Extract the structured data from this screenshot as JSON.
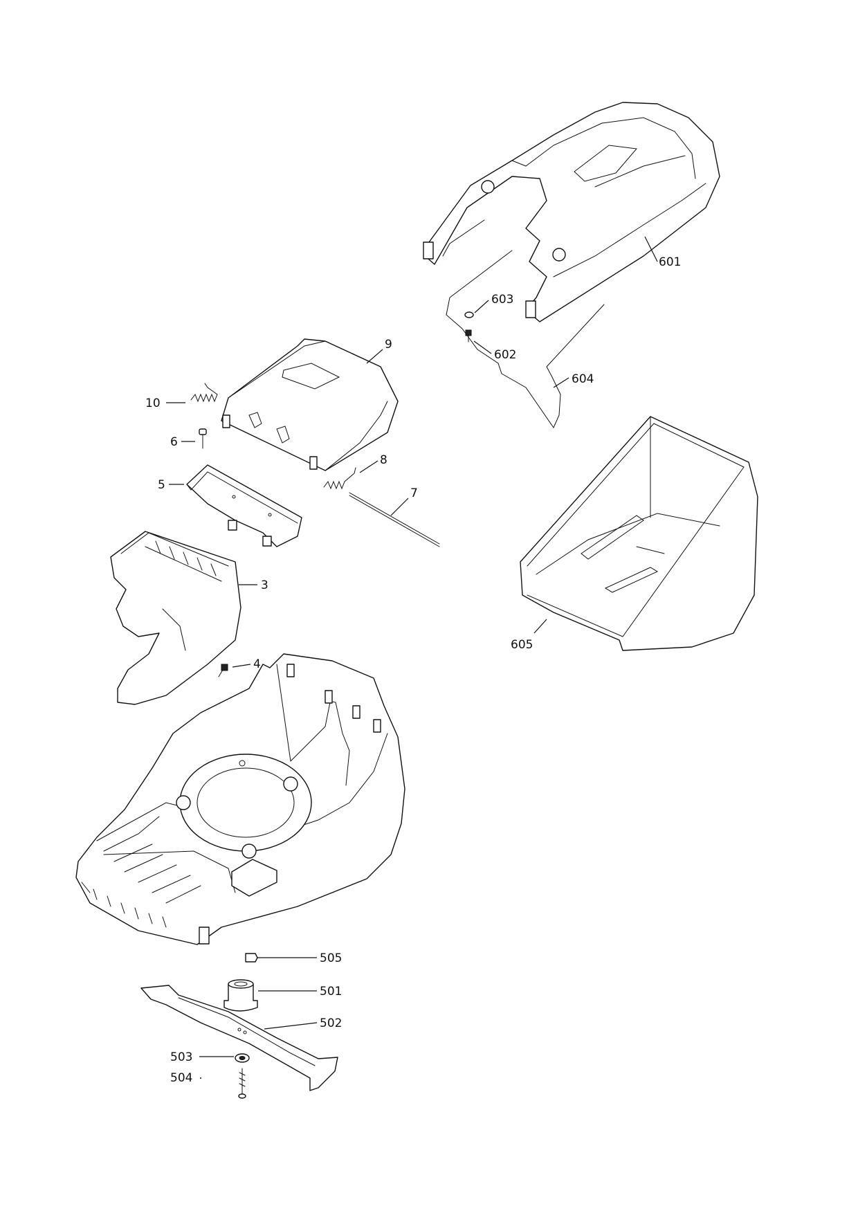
{
  "diagram": {
    "type": "exploded-parts-view",
    "callouts": {
      "c3": "3",
      "c4": "4",
      "c5": "5",
      "c6": "6",
      "c7": "7",
      "c8": "8",
      "c9": "9",
      "c10": "10",
      "c501": "501",
      "c502": "502",
      "c503": "503",
      "c504": "504",
      "c505": "505",
      "c601": "601",
      "c602": "602",
      "c603": "603",
      "c604": "604",
      "c605": "605"
    }
  }
}
